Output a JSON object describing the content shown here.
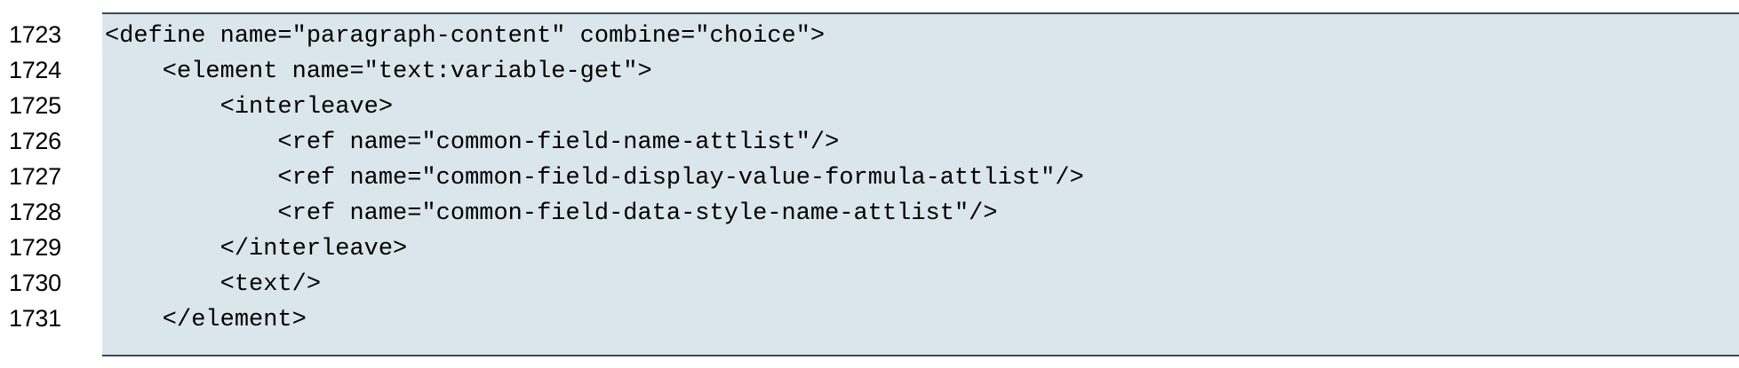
{
  "colors": {
    "code_background": "#dbe5ec",
    "page_background": "#ffffff",
    "rule": "#3c4a52",
    "text": "#000000"
  },
  "code_block": {
    "language": "relax-ng-xml",
    "lines": [
      {
        "number": "1723",
        "text": "<define name=\"paragraph-content\" combine=\"choice\">"
      },
      {
        "number": "1724",
        "text": "    <element name=\"text:variable-get\">"
      },
      {
        "number": "1725",
        "text": "        <interleave>"
      },
      {
        "number": "1726",
        "text": "            <ref name=\"common-field-name-attlist\"/>"
      },
      {
        "number": "1727",
        "text": "            <ref name=\"common-field-display-value-formula-attlist\"/>"
      },
      {
        "number": "1728",
        "text": "            <ref name=\"common-field-data-style-name-attlist\"/>"
      },
      {
        "number": "1729",
        "text": "        </interleave>"
      },
      {
        "number": "1730",
        "text": "        <text/>"
      },
      {
        "number": "1731",
        "text": "    </element>"
      }
    ]
  }
}
